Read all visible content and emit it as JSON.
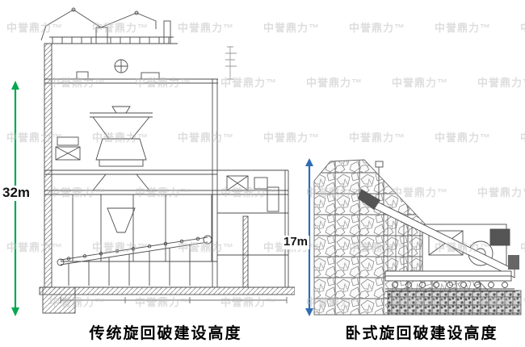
{
  "watermark": {
    "text": "中誉鼎力™",
    "color": "#bdbdbd"
  },
  "left_figure": {
    "dimension_label": "32m",
    "arrow_color": "#00a84f",
    "caption": "传统旋回破建设高度"
  },
  "right_figure": {
    "dimension_label": "17m",
    "arrow_color": "#2e6db4",
    "caption": "卧式旋回破建设高度"
  }
}
